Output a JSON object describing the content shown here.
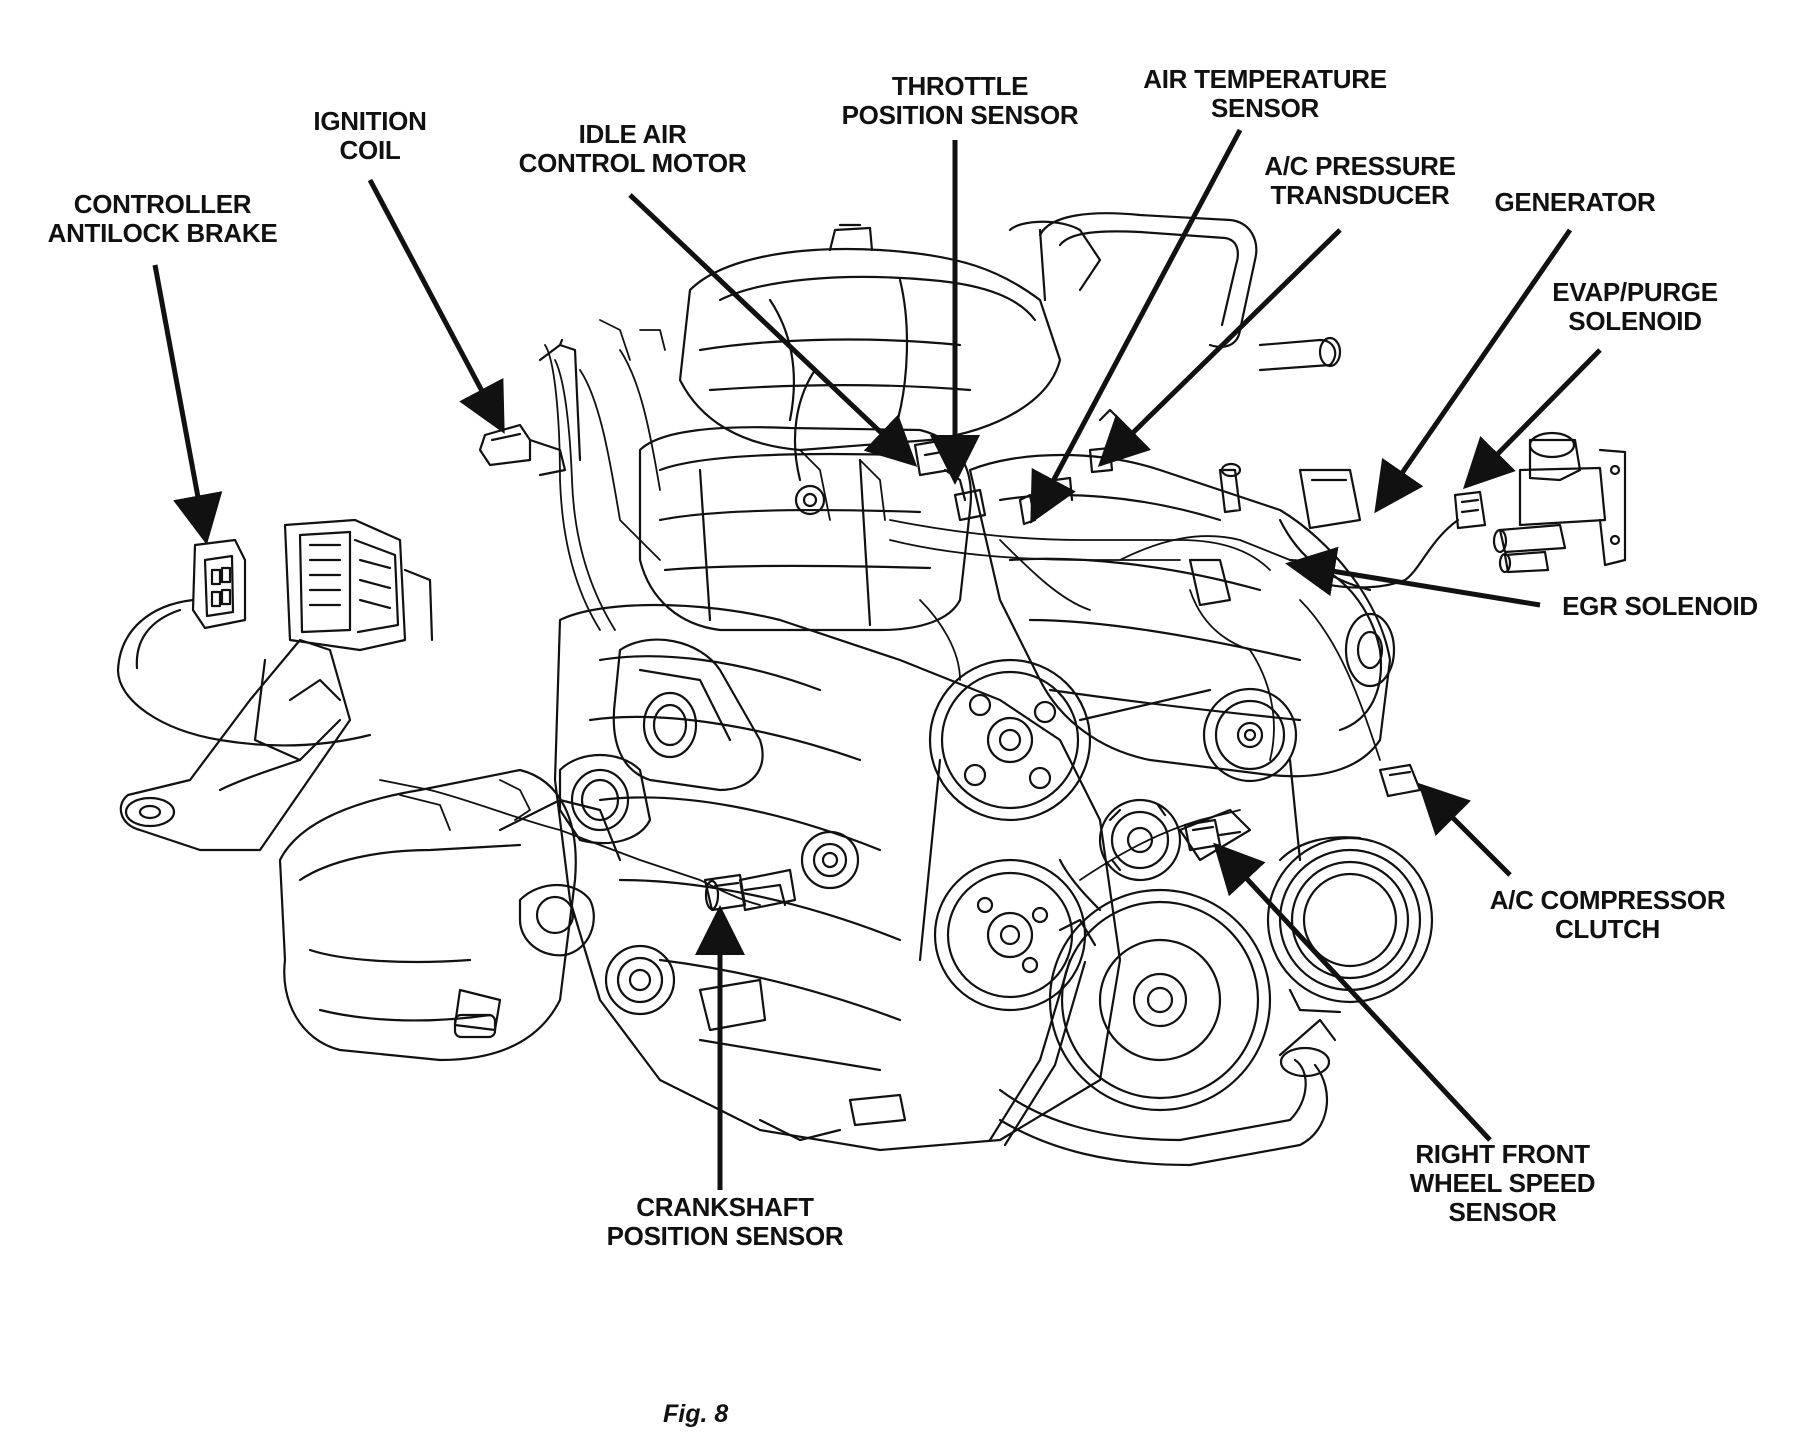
{
  "callouts": {
    "controller_antilock_brake": "CONTROLLER\nANTILOCK BRAKE",
    "ignition_coil": "IGNITION\nCOIL",
    "idle_air_control_motor": "IDLE AIR\nCONTROL MOTOR",
    "throttle_position_sensor": "THROTTLE\nPOSITION SENSOR",
    "air_temperature_sensor": "AIR TEMPERATURE\nSENSOR",
    "ac_pressure_transducer": "A/C PRESSURE\nTRANSDUCER",
    "generator": "GENERATOR",
    "evap_purge_solenoid": "EVAP/PURGE\nSOLENOID",
    "egr_solenoid": "EGR SOLENOID",
    "ac_compressor_clutch": "A/C COMPRESSOR\nCLUTCH",
    "right_front_wheel_speed_sensor": "RIGHT FRONT\nWHEEL SPEED\nSENSOR",
    "crankshaft_position_sensor": "CRANKSHAFT\nPOSITION SENSOR"
  },
  "caption": "Fig. 8",
  "colors": {
    "ink": "#111111",
    "paper": "#ffffff"
  }
}
